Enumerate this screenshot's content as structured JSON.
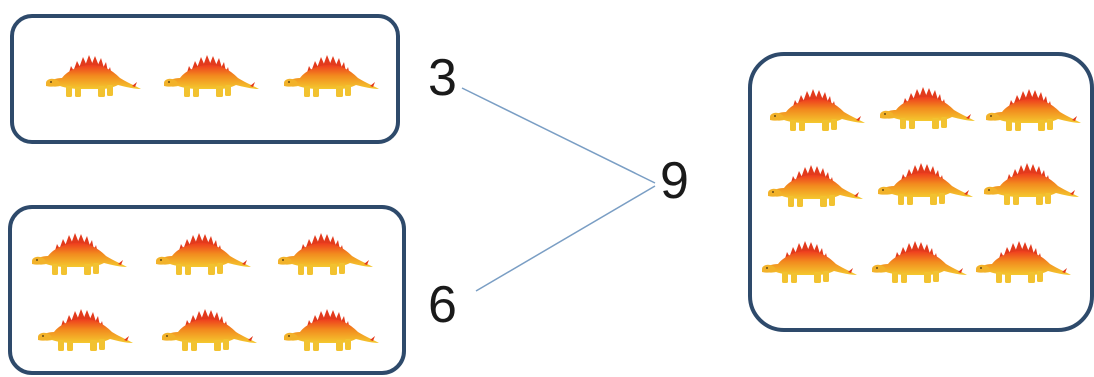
{
  "number_bond": {
    "part_a": {
      "value": "3",
      "count": 3
    },
    "part_b": {
      "value": "6",
      "count": 6
    },
    "whole": {
      "value": "9",
      "count": 9
    }
  },
  "icon": "stegosaurus-icon",
  "colors": {
    "box_border": "#2e4a6b",
    "connector_line": "#7a9ec4",
    "dino_body": "#f2c230",
    "dino_plates": "#e23a1c",
    "dino_back": "#f07a20"
  }
}
